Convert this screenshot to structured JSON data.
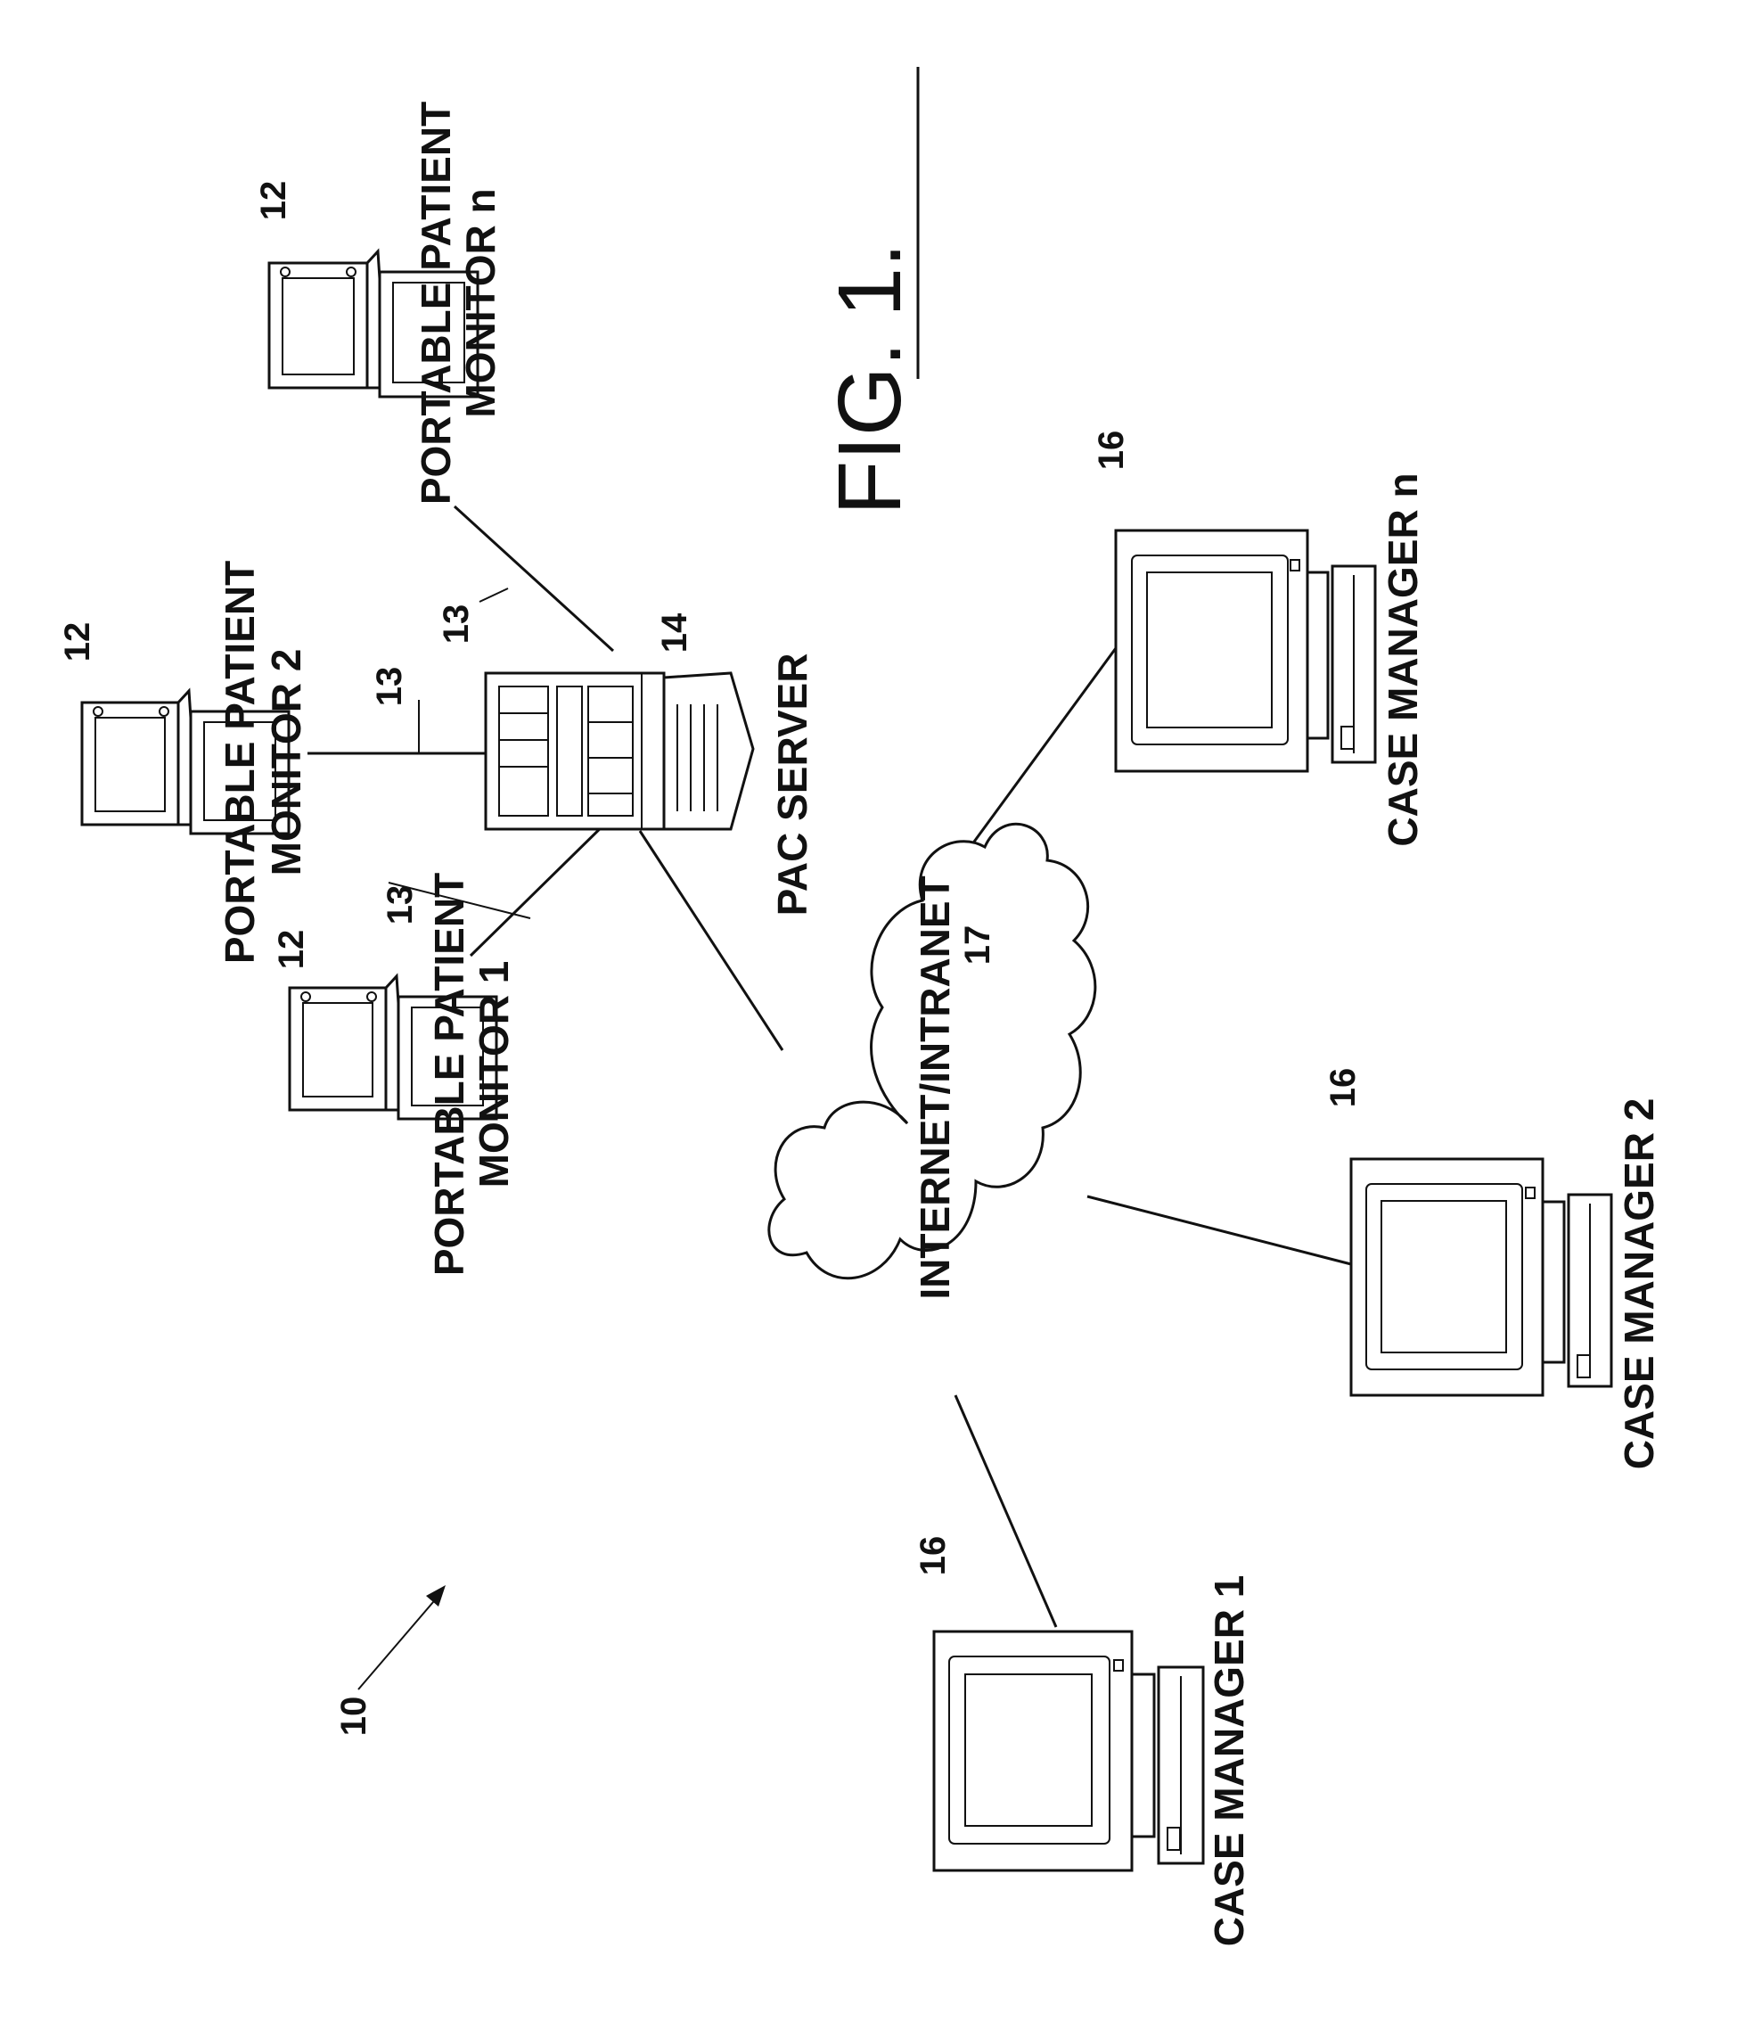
{
  "figure": {
    "title": "FIG. 1.",
    "system_ref": "10"
  },
  "network": {
    "label": "INTERNET/INTRANET",
    "ref": "17"
  },
  "server": {
    "label": "PAC SERVER",
    "ref": "14"
  },
  "links": {
    "ref_a": "13",
    "ref_b": "13",
    "ref_c": "13"
  },
  "monitors": [
    {
      "line1": "PORTABLE PATIENT",
      "line2": "MONITOR 1",
      "ref": "12"
    },
    {
      "line1": "PORTABLE PATIENT",
      "line2": "MONITOR 2",
      "ref": "12"
    },
    {
      "line1": "PORTABLE PATIENT",
      "line2": "MONITOR n",
      "ref": "12"
    }
  ],
  "case_managers": [
    {
      "label": "CASE MANAGER 1",
      "ref": "16"
    },
    {
      "label": "CASE MANAGER 2",
      "ref": "16"
    },
    {
      "label": "CASE MANAGER n",
      "ref": "16"
    }
  ]
}
